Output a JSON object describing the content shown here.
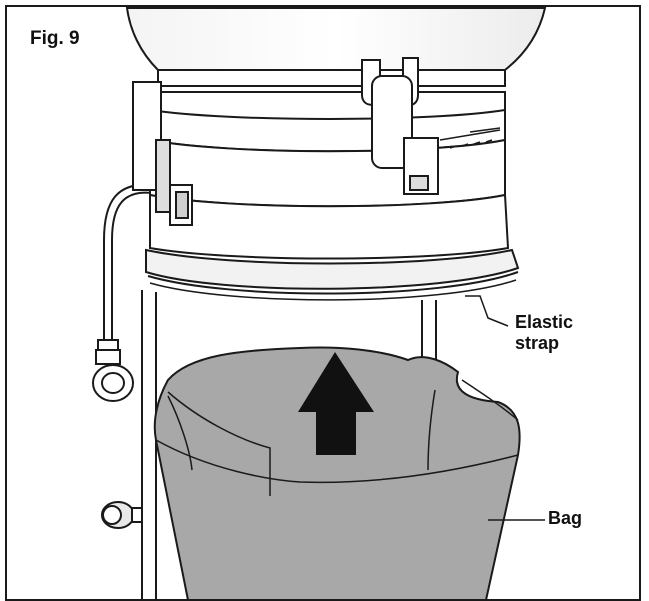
{
  "figure": {
    "label": "Fig. 9",
    "callouts": {
      "elastic_strap": "Elastic\nstrap",
      "bag": "Bag"
    }
  },
  "colors": {
    "line": "#1a1a1a",
    "bag_fill": "#a8a8a8",
    "bag_inner": "#8f8f8f",
    "arrow": "#111111",
    "part_fill": "#ffffff"
  },
  "icons": [
    "up-arrow-icon"
  ]
}
